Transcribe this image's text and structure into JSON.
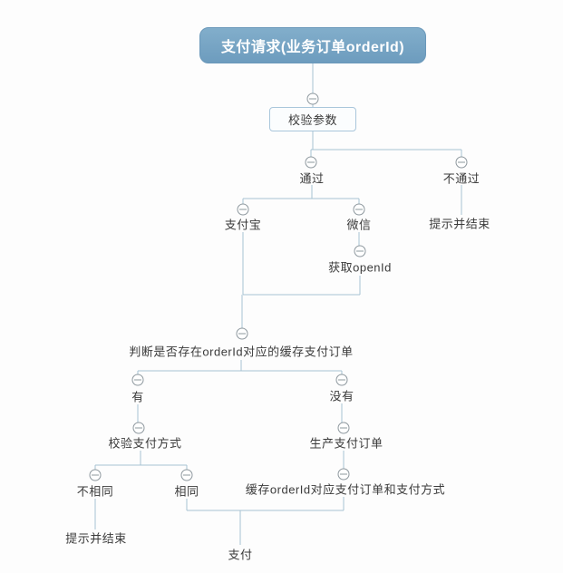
{
  "diagram": {
    "type": "mindmap-flowchart",
    "title_node": "支付请求(业务订单orderId)"
  },
  "nodes": {
    "root": "支付请求(业务订单orderId)",
    "validate_params": "校验参数",
    "pass": "通过",
    "fail": "不通过",
    "fail_notice": "提示并结束",
    "alipay": "支付宝",
    "wechat": "微信",
    "get_openid": "获取openId",
    "check_cached_order": "判断是否存在orderId对应的缓存支付订单",
    "has": "有",
    "has_not": "没有",
    "verify_pay_method": "校验支付方式",
    "create_pay_order": "生产支付订单",
    "not_same": "不相同",
    "same": "相同",
    "cache_order": "缓存orderId对应支付订单和支付方式",
    "not_same_notice": "提示并结束",
    "pay": "支付"
  },
  "icons": {
    "collapse_glyph": "minus-in-circle",
    "collapse_count": 14
  },
  "colors": {
    "root_fill_top": "#82aecb",
    "root_fill_bottom": "#6d9cbe",
    "root_text": "#ffffff",
    "connector_line": "#a6c2d2",
    "box_border": "#a9c6db",
    "box_fill": "#fbfdfe",
    "collapse_icon": "#8e989e",
    "node_text": "#3b3b3b",
    "canvas_bg": "#fdfdfd"
  }
}
